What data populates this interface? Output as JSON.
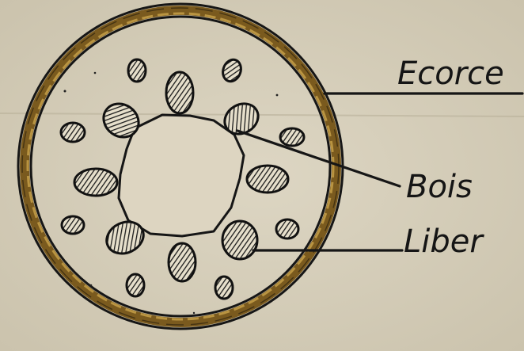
{
  "labels": {
    "ecorce": "Ecorce",
    "bois": "Bois",
    "liber": "Liber"
  },
  "colors": {
    "paper": "#d7d0bd",
    "ink": "#151515",
    "bark": "#8a6a2a"
  }
}
